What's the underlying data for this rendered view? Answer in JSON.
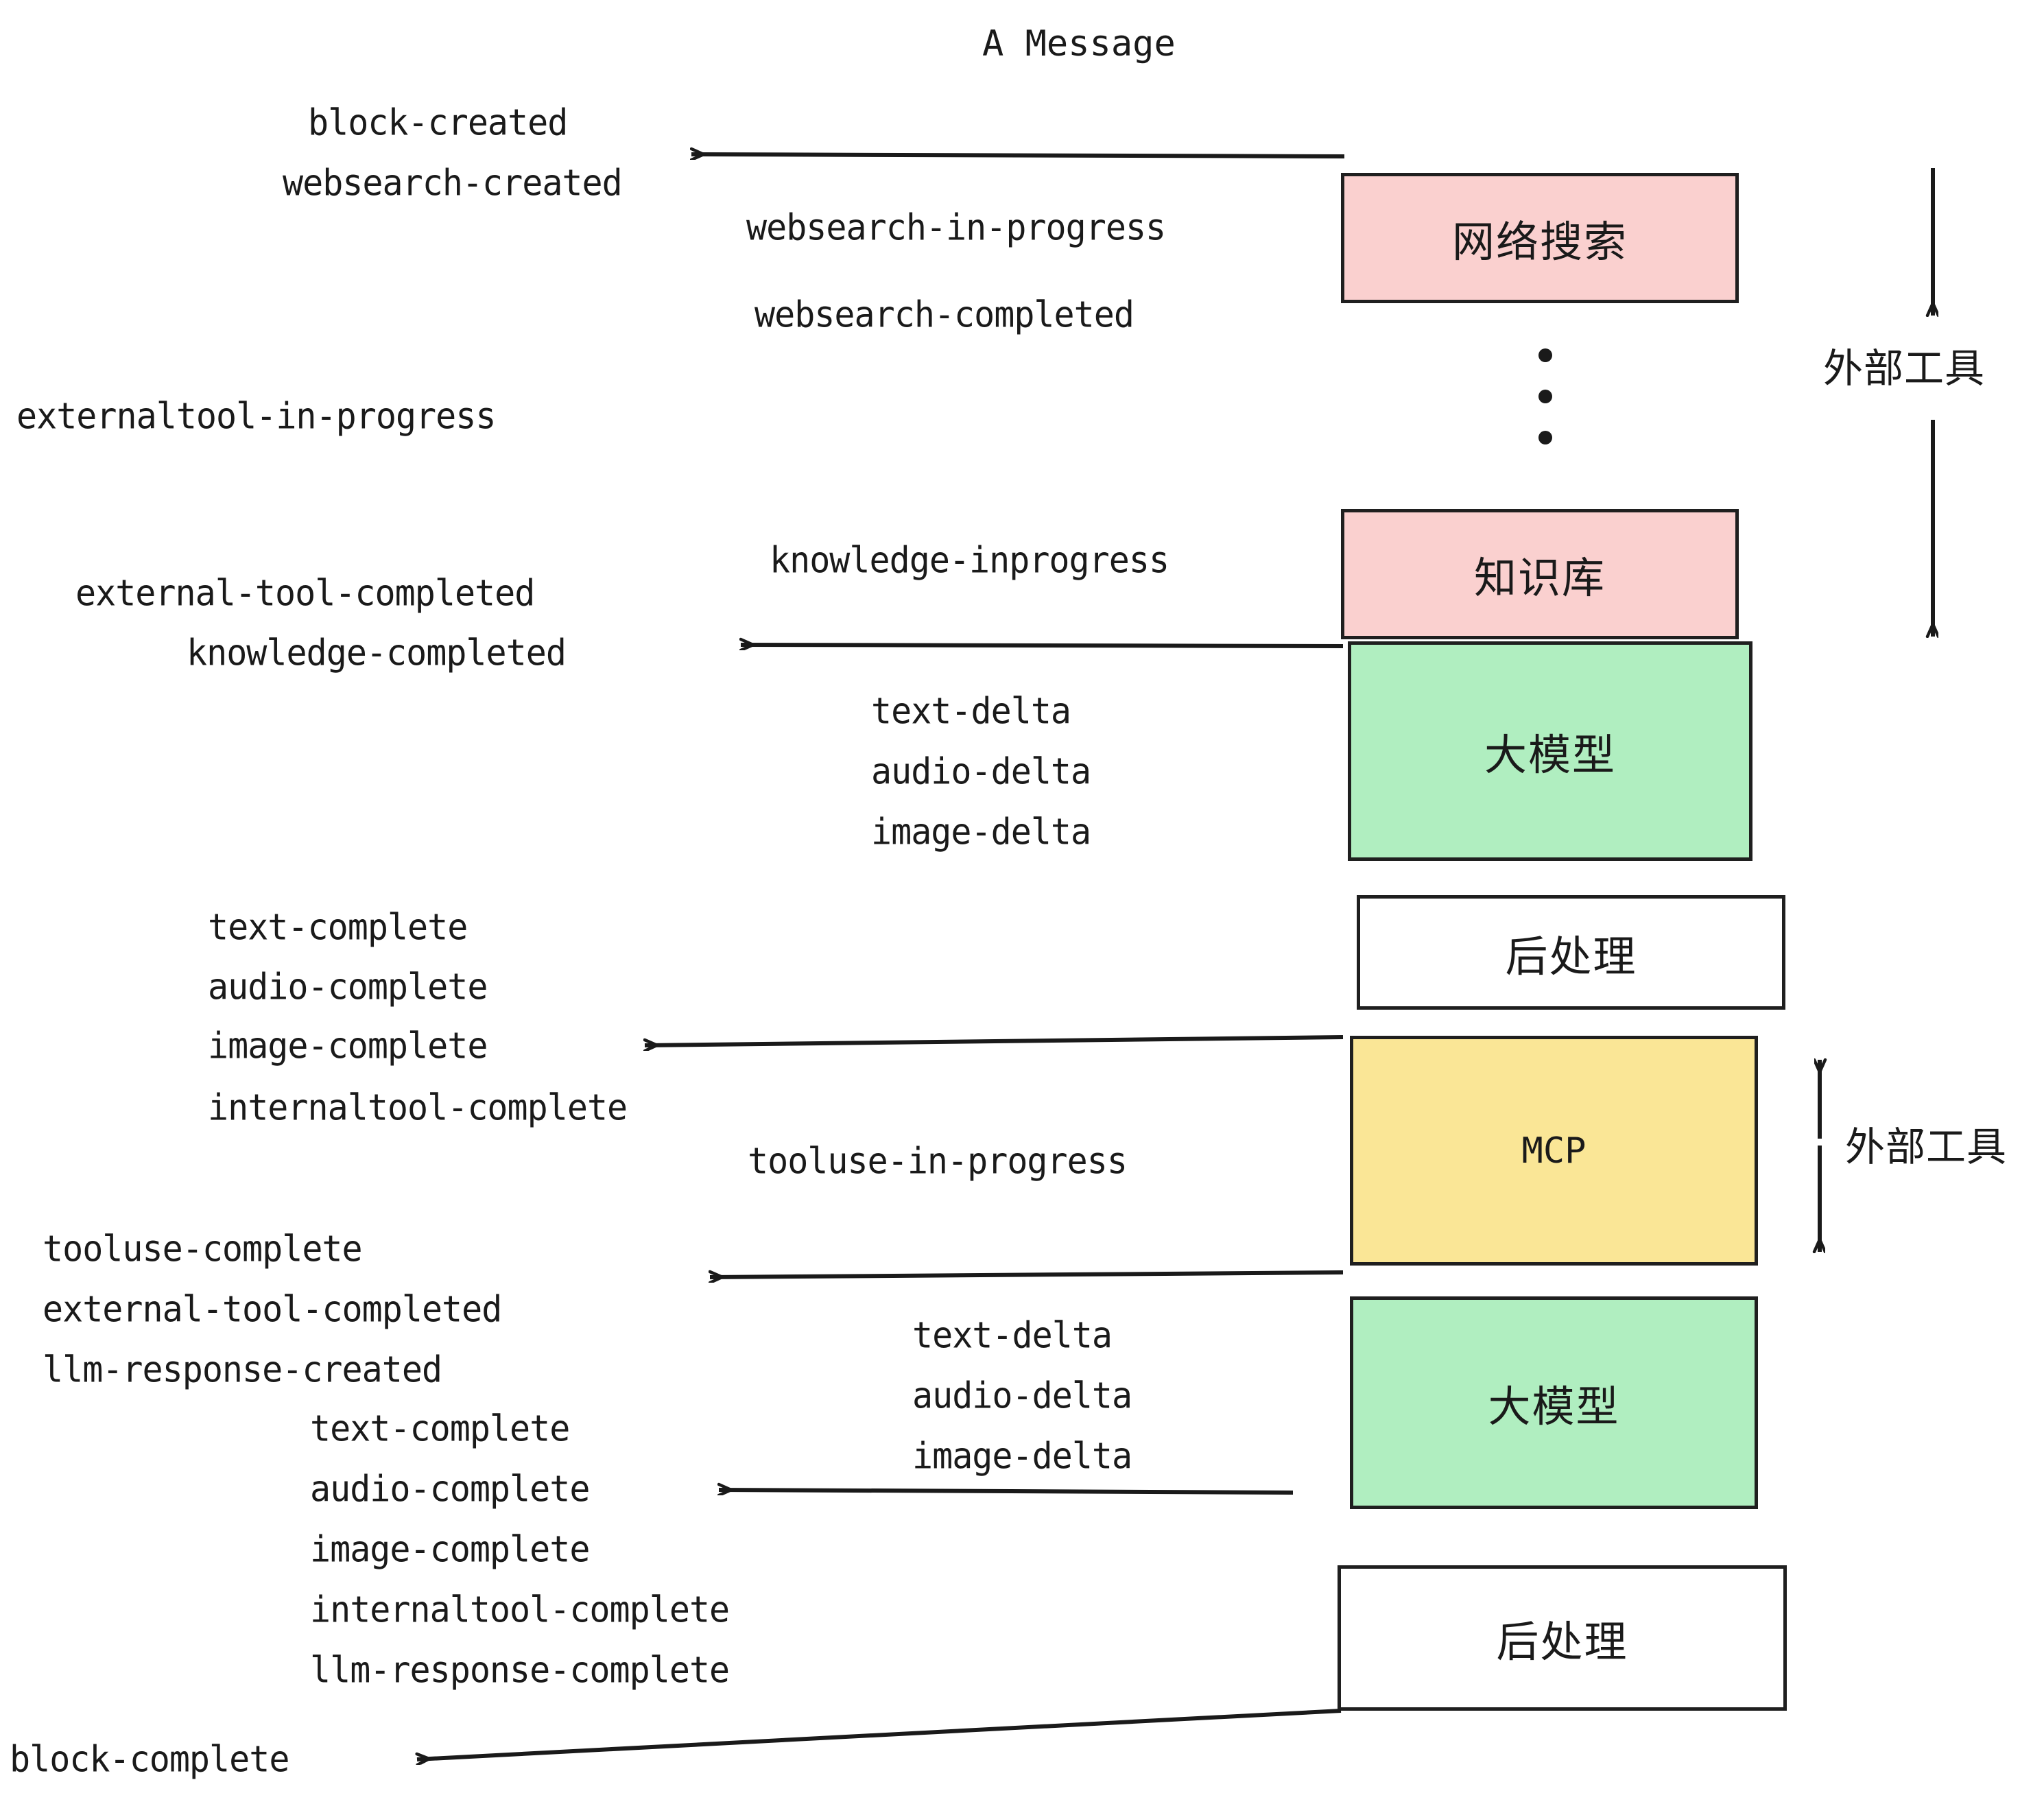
{
  "title": "A Message",
  "boxes": [
    {
      "id": "websearch",
      "label": "网络搜索",
      "color": "#fad0cf"
    },
    {
      "id": "knowledge",
      "label": "知识库",
      "color": "#fad0cf"
    },
    {
      "id": "llm-top",
      "label": "大模型",
      "color": "#b0eec0"
    },
    {
      "id": "postprocess-top",
      "label": "后处理",
      "color": "#ffffff"
    },
    {
      "id": "mcp",
      "label": "MCP",
      "color": "#fae696"
    },
    {
      "id": "llm-bottom",
      "label": "大模型",
      "color": "#b0eec0"
    },
    {
      "id": "postprocess-bottom",
      "label": "后处理",
      "color": "#ffffff"
    }
  ],
  "side_labels": {
    "external_tools_top": "外部工具",
    "external_tools_bottom": "外部工具"
  },
  "events": {
    "block_created": "block-created",
    "websearch_created": "websearch-created",
    "websearch_in_progress": "websearch-in-progress",
    "websearch_completed": "websearch-completed",
    "externaltool_in_progress": "externaltool-in-progress",
    "knowledge_inprogress": "knowledge-inprogress",
    "external_tool_completed_1": "external-tool-completed",
    "knowledge_completed": "knowledge-completed",
    "text_delta_1": "text-delta",
    "audio_delta_1": "audio-delta",
    "image_delta_1": "image-delta",
    "text_complete_1": "text-complete",
    "audio_complete_1": "audio-complete",
    "image_complete_1": "image-complete",
    "internaltool_complete_1": "internaltool-complete",
    "tooluse_in_progress": "tooluse-in-progress",
    "tooluse_complete": "tooluse-complete",
    "external_tool_completed_2": "external-tool-completed",
    "llm_response_created": "llm-response-created",
    "text_delta_2": "text-delta",
    "audio_delta_2": "audio-delta",
    "image_delta_2": "image-delta",
    "text_complete_2": "text-complete",
    "audio_complete_2": "audio-complete",
    "image_complete_2": "image-complete",
    "internaltool_complete_2": "internaltool-complete",
    "llm_response_complete": "llm-response-complete",
    "block_complete": "block-complete"
  },
  "colors": {
    "pink": "#fad0cf",
    "green": "#b0eec0",
    "yellow": "#fae696",
    "white": "#ffffff",
    "stroke": "#1f1f1f",
    "text": "#1a1a1a"
  }
}
